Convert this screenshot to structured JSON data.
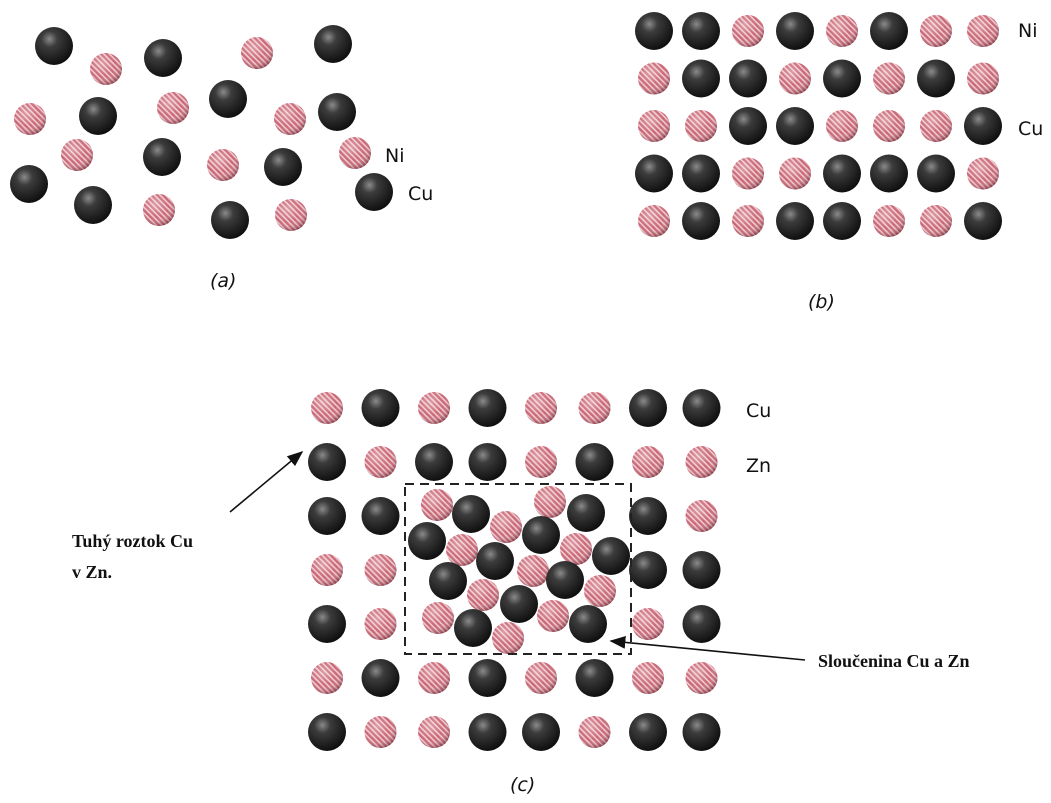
{
  "colors": {
    "cu_atom": "#2b2b2b",
    "ni_zn_atom": "#c4616d",
    "background": "#ffffff"
  },
  "panel_a": {
    "label": "(a)",
    "legend_ni": "Ni",
    "legend_cu": "Cu"
  },
  "panel_b": {
    "label": "(b)",
    "legend_ni": "Ni",
    "legend_cu": "Cu",
    "grid": [
      [
        "D",
        "D",
        "R",
        "D",
        "R",
        "D",
        "R",
        "R"
      ],
      [
        "R",
        "D",
        "D",
        "R",
        "D",
        "R",
        "D",
        "R"
      ],
      [
        "R",
        "R",
        "D",
        "D",
        "R",
        "R",
        "R",
        "D"
      ],
      [
        "D",
        "D",
        "R",
        "R",
        "D",
        "D",
        "D",
        "R"
      ],
      [
        "R",
        "D",
        "R",
        "D",
        "D",
        "R",
        "R",
        "D"
      ]
    ]
  },
  "panel_c": {
    "label": "(c)",
    "legend_cu": "Cu",
    "legend_zn": "Zn",
    "caption_left_line1": "Tuhý roztok Cu",
    "caption_left_line2": "v Zn.",
    "caption_right": "Sloučenina Cu a Zn",
    "grid": [
      [
        "R",
        "D",
        "R",
        "D",
        "R",
        "R",
        "D",
        "D"
      ],
      [
        "D",
        "R",
        "D",
        "D",
        "R",
        "D",
        "R",
        "R"
      ],
      [
        "D",
        "D",
        "",
        "",
        "",
        "",
        "D",
        "R"
      ],
      [
        "R",
        "R",
        "",
        "",
        "",
        "",
        "D",
        "D"
      ],
      [
        "D",
        "R",
        "",
        "",
        "",
        "",
        "R",
        "D"
      ],
      [
        "R",
        "D",
        "R",
        "D",
        "R",
        "D",
        "R",
        "R"
      ],
      [
        "D",
        "R",
        "R",
        "D",
        "D",
        "R",
        "D",
        "D"
      ]
    ]
  }
}
